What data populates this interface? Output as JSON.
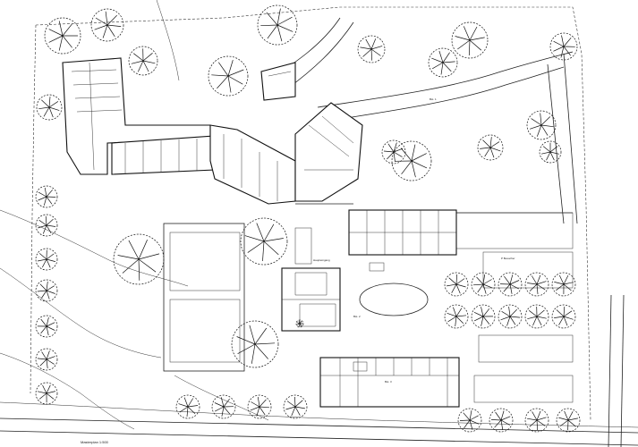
{
  "drawing": {
    "scale_label": "Masterplan 1:500"
  },
  "labels": {
    "site_a": "Bst. 1",
    "site_b": "Bst. 2",
    "site_c": "Bst. 3",
    "parking": "P Besucher",
    "entrance": "Haupteingang"
  },
  "colors": {
    "line": "#222222",
    "background": "#ffffff"
  }
}
